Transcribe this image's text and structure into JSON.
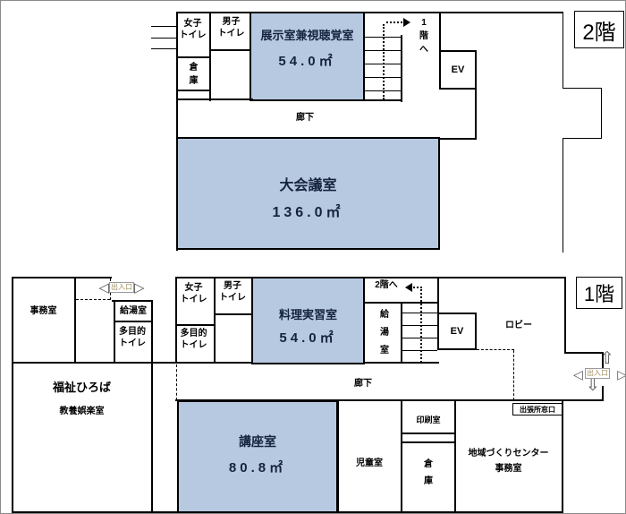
{
  "colors": {
    "room_fill": "#b7c9e0",
    "wall": "#000000",
    "entrance_text": "#a3905f"
  },
  "floor2": {
    "tag": "2階",
    "womens_toilet": "女子\nトイレ",
    "mens_toilet": "男子\nトイレ",
    "storage": "倉\n庫",
    "exhibition_name": "展示室兼視聴覚室",
    "exhibition_area": "54.0㎡",
    "corridor": "廊下",
    "to_first_floor": "1\n階\nへ",
    "elevator": "EV",
    "meeting_name": "大会議室",
    "meeting_area": "136.0㎡"
  },
  "floor1": {
    "tag": "1階",
    "office": "事務室",
    "kitchenette_left": "給湯室",
    "multipurpose_toilet_left": "多目的\nトイレ",
    "welfare_name": "福祉ひろば",
    "welfare_sub": "教養娯楽室",
    "entrance_left": "出入口",
    "womens_toilet": "女子\nトイレ",
    "mens_toilet": "男子\nトイレ",
    "multipurpose_toilet": "多目的\nトイレ",
    "cooking_name": "料理実習室",
    "cooking_area": "54.0㎡",
    "to_second_floor": "2階へ",
    "kitchenette_center": "給\n湯\n室",
    "elevator": "EV",
    "lobby": "ロビー",
    "entrance_right": "出入口",
    "corridor": "廊下",
    "lecture_name": "講座室",
    "lecture_area": "80.8㎡",
    "children_room": "児童室",
    "printing_room": "印刷室",
    "storage": "倉\n庫",
    "community_office": "地域づくりセンター\n事務室",
    "branch_window": "出張所窓口"
  }
}
